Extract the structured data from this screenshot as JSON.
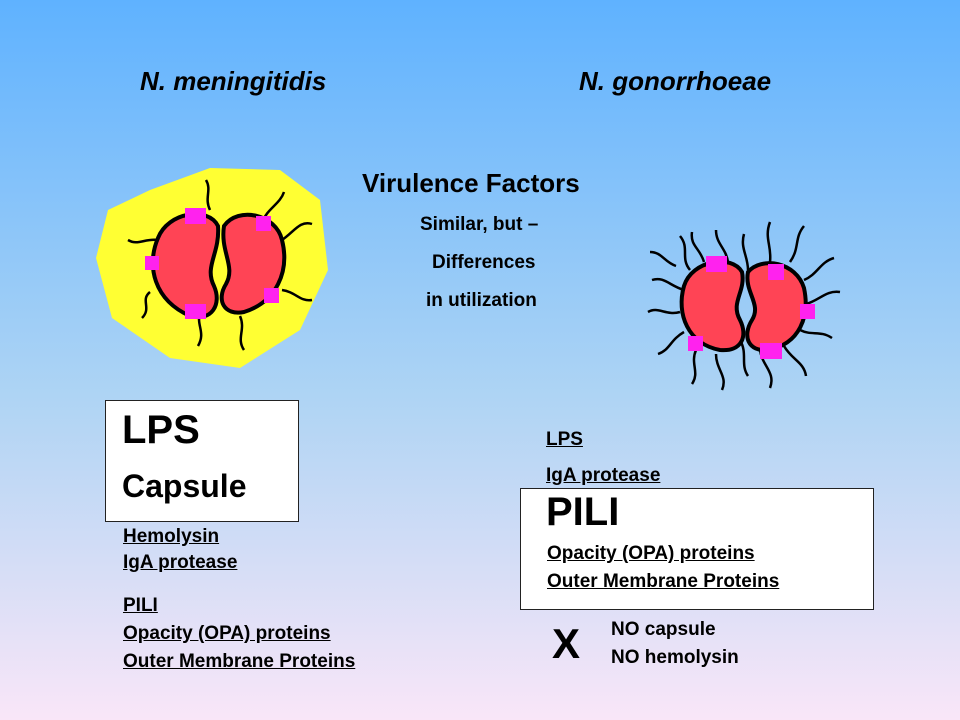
{
  "titles": {
    "left": "N. meningitidis",
    "right": "N. gonorrhoeae"
  },
  "center": {
    "heading": "Virulence Factors",
    "line1": "Similar, but –",
    "line2": "Differences",
    "line3": "in utilization"
  },
  "meningitidis": {
    "box_lps": "LPS",
    "box_capsule": "Capsule",
    "list1": [
      "Hemolysin",
      "IgA protease"
    ],
    "list2": [
      "PILI",
      "Opacity (OPA) proteins",
      "Outer Membrane Proteins"
    ]
  },
  "gonorrhoeae": {
    "top_list": [
      "LPS",
      "IgA protease"
    ],
    "box_title": "PILI",
    "box_list": [
      "Opacity (OPA) proteins",
      "Outer Membrane Proteins"
    ],
    "x_mark": "X",
    "absent": [
      "NO capsule",
      "NO hemolysin"
    ]
  },
  "colors": {
    "capsule": "#ffff33",
    "cell": "#ff4455",
    "protein": "#ff22ee"
  }
}
